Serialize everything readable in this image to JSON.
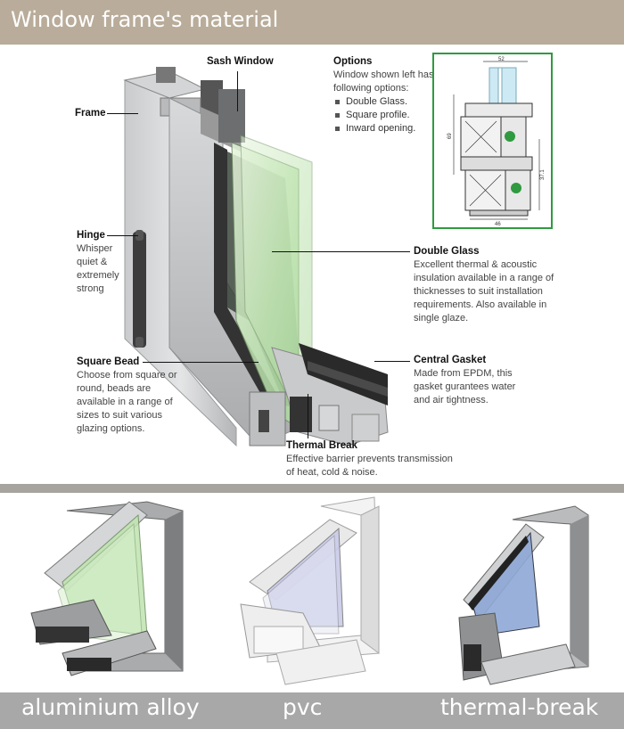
{
  "header": {
    "title": "Window frame's material"
  },
  "labels": {
    "frame": {
      "title": "Frame"
    },
    "sash": {
      "title": "Sash Window"
    },
    "hinge": {
      "title": "Hinge",
      "desc": "Whisper quiet & extremely strong"
    },
    "bead": {
      "title": "Square Bead",
      "desc": "Choose from square or round, beads are available in a range of sizes to suit various glazing options."
    },
    "double_glass": {
      "title": "Double Glass",
      "desc": "Excellent thermal & acoustic insulation available in a range of thicknesses to suit installation requirements. Also available in single glaze."
    },
    "gasket": {
      "title": "Central Gasket",
      "desc": "Made from EPDM, this gasket gurantees water and air tightness."
    },
    "thermal": {
      "title": "Thermal Break",
      "desc": "Effective barrier prevents transmission of heat, cold & noise."
    }
  },
  "options": {
    "title": "Options",
    "intro": "Window shown left has following options:",
    "items": [
      "Double Glass.",
      "Square profile.",
      "Inward opening."
    ]
  },
  "drawing": {
    "dim_top": "52",
    "dim_left": "69",
    "dim_right": "37.1",
    "dim_bottom": "46"
  },
  "footer": {
    "aluminium": "aluminium alloy",
    "pvc": "pvc",
    "thermal": "thermal-break"
  },
  "colors": {
    "header_bg": "#b9ac9a",
    "footer_bg": "#a8a8a8",
    "drawing_border": "#2f9a3f"
  }
}
